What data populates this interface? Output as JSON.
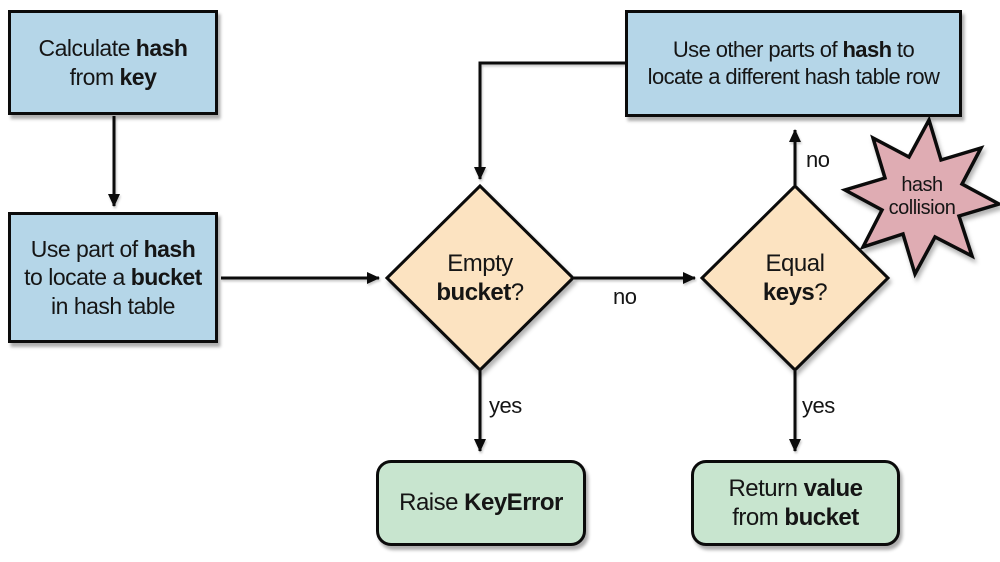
{
  "colors": {
    "box_blue": "#b5d6e8",
    "diamond_peach": "#fce3c1",
    "terminal_green": "#c8e5cf",
    "star_pink": "#dfacb3",
    "line_color": "#0b0b0b"
  },
  "nodes": {
    "calculate_hash": {
      "line1": {
        "pre": "Calculate ",
        "bold": "hash"
      },
      "line2": {
        "pre": "from ",
        "bold": "key"
      }
    },
    "locate_bucket": {
      "line1": {
        "pre": "Use part of ",
        "bold": "hash"
      },
      "line2": {
        "pre": "to locate a ",
        "bold": "bucket"
      },
      "line3": {
        "text": "in hash table"
      }
    },
    "rehash": {
      "line1": {
        "pre": "Use other parts of ",
        "bold": "hash",
        "post": " to"
      },
      "line2": {
        "text": "locate a different hash table row"
      }
    },
    "empty_bucket": {
      "line1": {
        "text": "Empty"
      },
      "line2": {
        "bold": "bucket",
        "post": "?"
      }
    },
    "equal_keys": {
      "line1": {
        "text": "Equal"
      },
      "line2": {
        "bold": "keys",
        "post": "?"
      }
    },
    "raise_keyerror": {
      "line1": {
        "pre": "Raise ",
        "bold": "KeyError"
      }
    },
    "return_value": {
      "line1": {
        "pre": "Return ",
        "bold": "value"
      },
      "line2": {
        "pre": "from ",
        "bold": "bucket"
      }
    }
  },
  "annotations": {
    "hash_collision": {
      "line1": "hash",
      "line2": "collision"
    }
  },
  "edge_labels": {
    "empty_yes": "yes",
    "empty_no": "no",
    "equal_yes": "yes",
    "equal_no": "no"
  }
}
